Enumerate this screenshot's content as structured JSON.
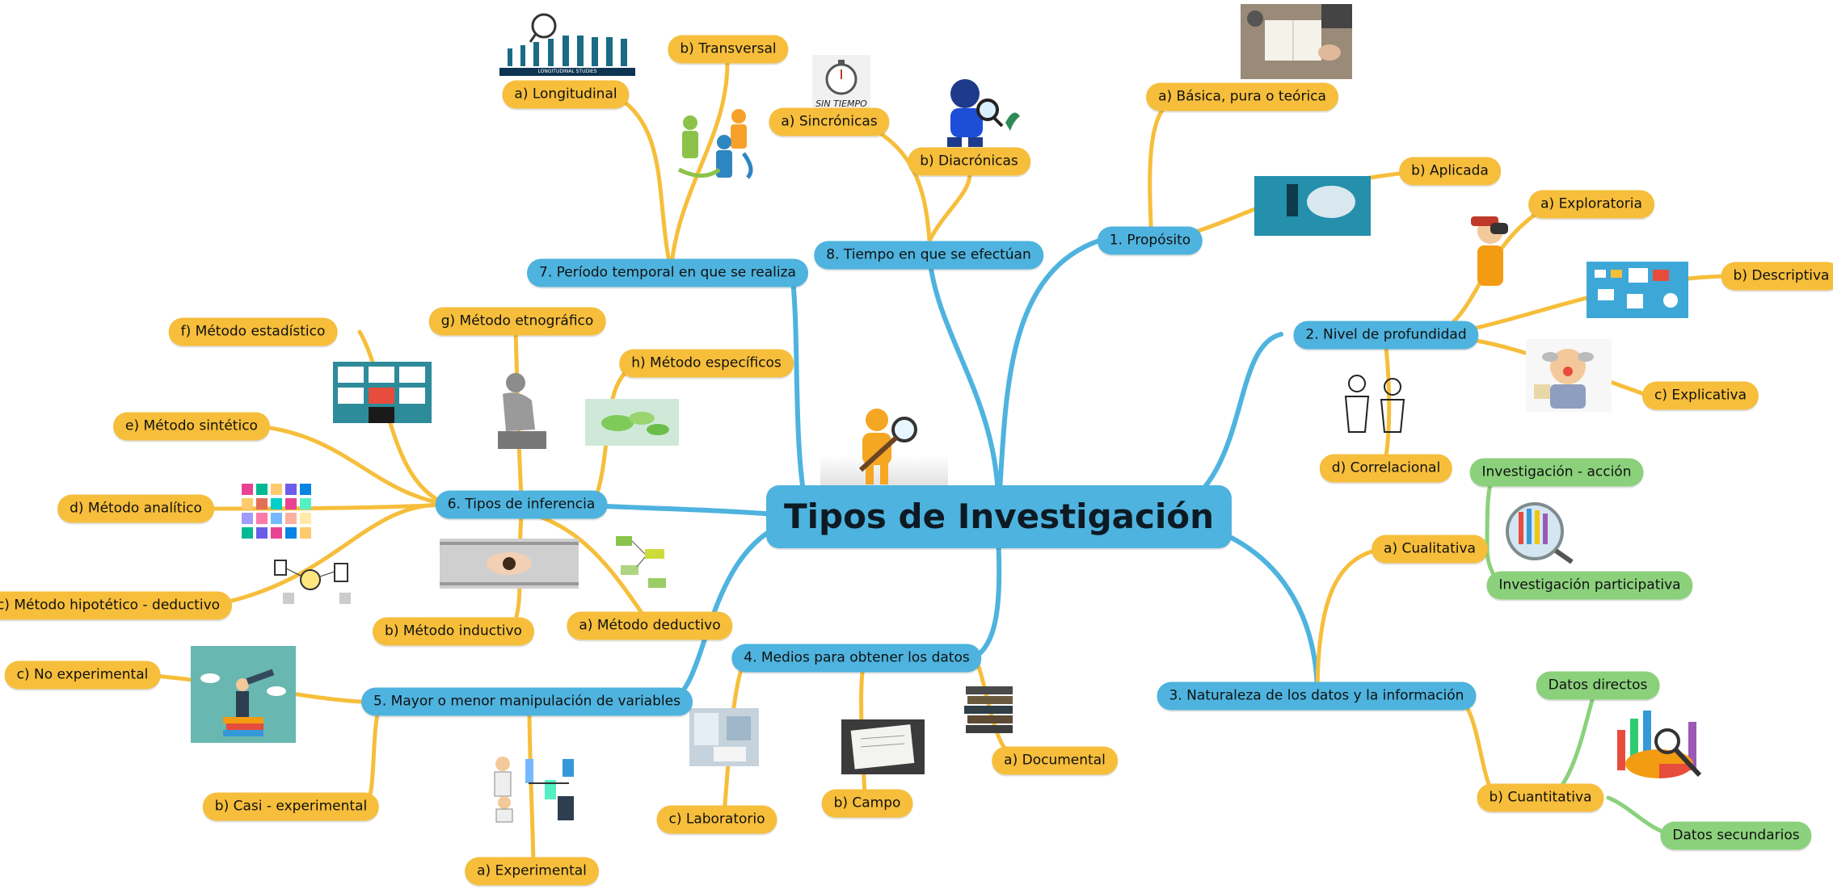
{
  "root": "Tipos de Investigación",
  "branches": {
    "proposito": {
      "label": "1. Propósito",
      "items": [
        "a) Básica, pura o teórica",
        "b) Aplicada"
      ]
    },
    "nivel": {
      "label": "2. Nivel de profundidad",
      "items": [
        "a) Exploratoria",
        "b) Descriptiva",
        "c) Explicativa",
        "d) Correlacional"
      ]
    },
    "naturaleza": {
      "label": "3. Naturaleza de los datos y la información",
      "cualitativa": {
        "label": "a) Cualitativa",
        "items": [
          "Investigación - acción",
          "Investigación participativa"
        ]
      },
      "cuantitativa": {
        "label": "b) Cuantitativa",
        "items": [
          "Datos directos",
          "Datos secundarios"
        ]
      }
    },
    "medios": {
      "label": "4. Medios para obtener los datos",
      "items": [
        "a) Documental",
        "b) Campo",
        "c) Laboratorio"
      ]
    },
    "manipulacion": {
      "label": "5. Mayor o menor manipulación de variables",
      "items": [
        "a) Experimental",
        "b) Casi - experimental",
        "c) No experimental"
      ]
    },
    "inferencia": {
      "label": "6. Tipos de inferencia",
      "items": [
        "a) Método deductivo",
        "b) Método inductivo",
        "c) Método hipotético - deductivo",
        "d) Método analítico",
        "e) Método sintético",
        "f) Método estadístico",
        "g) Método etnográfico",
        "h) Método específicos"
      ]
    },
    "periodo": {
      "label": "7. Período temporal en que se realiza",
      "items": [
        "a) Longitudinal",
        "b) Transversal"
      ]
    },
    "tiempo": {
      "label": "8. Tiempo en que se efectúan",
      "items": [
        "a) Sincrónicas",
        "b) Diacrónicas"
      ]
    }
  },
  "image_captions": {
    "longitudinal": "LONGITUDINAL STUDIES",
    "sin_tiempo": "SIN TIEMPO"
  },
  "colors": {
    "main_branch": "#4eb3de",
    "sub_branch": "#f6be3b",
    "leaf_green": "#8bd17c",
    "root_text": "#0d1a24"
  }
}
